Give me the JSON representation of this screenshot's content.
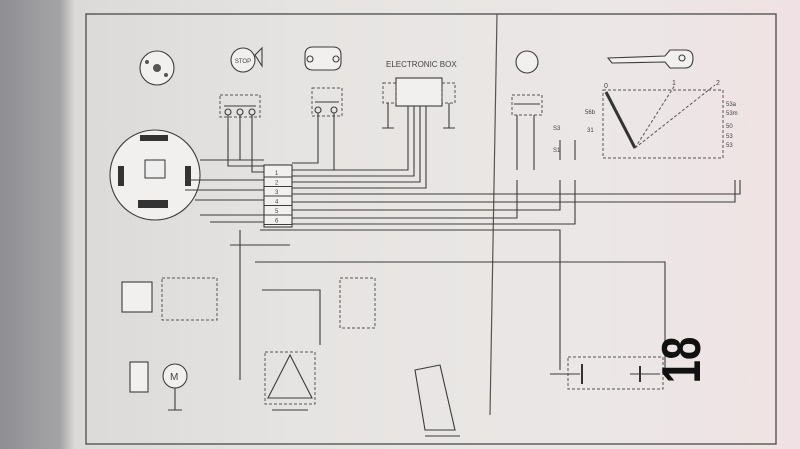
{
  "diagram": {
    "electronic_box_label": "ELECTRONIC BOX",
    "horn_label": "STOP",
    "connector_pins": [
      "1",
      "2",
      "3",
      "4",
      "5",
      "6"
    ],
    "key_switch_positions": [
      "0",
      "1",
      "2"
    ],
    "key_switch_terminals": [
      "53a",
      "53m",
      "50",
      "53",
      "53"
    ],
    "left_terminals": [
      "56b",
      "31"
    ],
    "fuse_labels": [
      "S1",
      "S3"
    ],
    "page_number": "18",
    "colors": {
      "paper": "#e6e4e2",
      "ink": "#3c3c3c",
      "frame": "#555555"
    }
  }
}
